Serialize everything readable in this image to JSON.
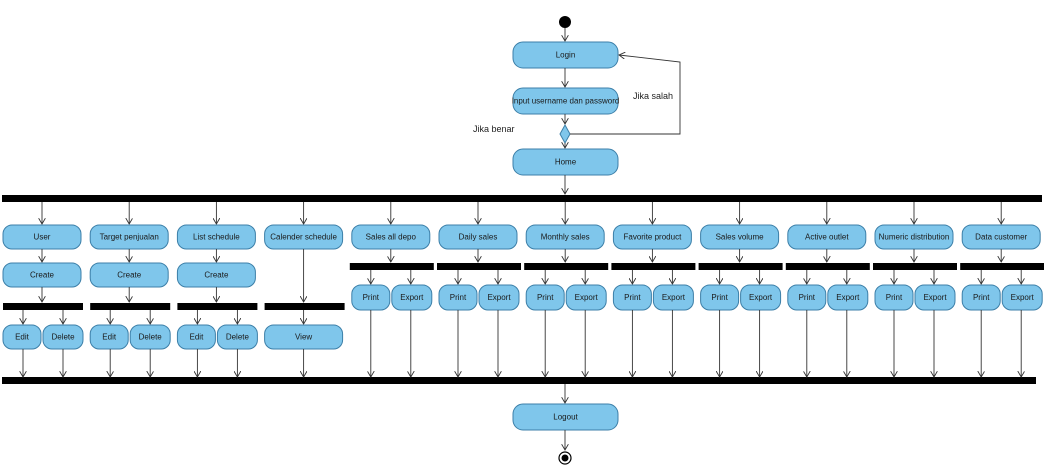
{
  "main_flow": {
    "login": "Login",
    "input": "Input username dan password",
    "home": "Home",
    "logout": "Logout"
  },
  "guards": {
    "wrong": "Jika salah",
    "right": "Jika benar"
  },
  "menus": [
    {
      "name": "User",
      "children": [
        "Create",
        "Edit",
        "Delete"
      ]
    },
    {
      "name": "Target penjualan",
      "children": [
        "Create",
        "Edit",
        "Delete"
      ]
    },
    {
      "name": "List schedule",
      "children": [
        "Create",
        "Edit",
        "Delete"
      ]
    },
    {
      "name": "Calender schedule",
      "children": [
        "View"
      ]
    },
    {
      "name": "Sales all depo",
      "children": [
        "Print",
        "Export"
      ]
    },
    {
      "name": "Daily sales",
      "children": [
        "Print",
        "Export"
      ]
    },
    {
      "name": "Monthly sales",
      "children": [
        "Print",
        "Export"
      ]
    },
    {
      "name": "Favorite product",
      "children": [
        "Print",
        "Export"
      ]
    },
    {
      "name": "Sales volume",
      "children": [
        "Print",
        "Export"
      ]
    },
    {
      "name": "Active outlet",
      "children": [
        "Print",
        "Export"
      ]
    },
    {
      "name": "Numeric distribution",
      "children": [
        "Print",
        "Export"
      ]
    },
    {
      "name": "Data customer",
      "children": [
        "Print",
        "Export"
      ]
    }
  ],
  "colors": {
    "activity_fill": "#7fc6eb",
    "activity_stroke": "#3c7fa8",
    "bar": "#000000"
  }
}
